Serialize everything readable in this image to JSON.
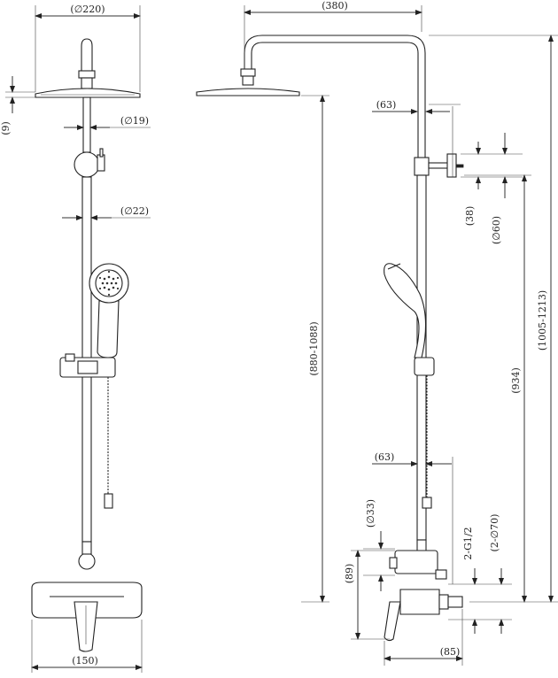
{
  "front_view": {
    "dims": {
      "head_diameter": "(∅220)",
      "head_thickness": "(9)",
      "upper_tube_diameter": "(∅19)",
      "lower_tube_diameter": "(∅22)",
      "mixer_width": "(150)"
    }
  },
  "side_view": {
    "dims": {
      "arm_reach": "(380)",
      "upper_offset": "(63)",
      "bracket_depth": "(38)",
      "bracket_diameter": "(∅60)",
      "head_height_range": "(880-1088)",
      "total_height_range": "(1005-1213)",
      "holder_height": "(934)",
      "lower_offset": "(63)",
      "mixer_diameter": "(∅33)",
      "inlet_thread": "2-G1/2",
      "escutcheon": "(2-∅70)",
      "mixer_height": "(89)",
      "mixer_depth": "(85)"
    }
  }
}
